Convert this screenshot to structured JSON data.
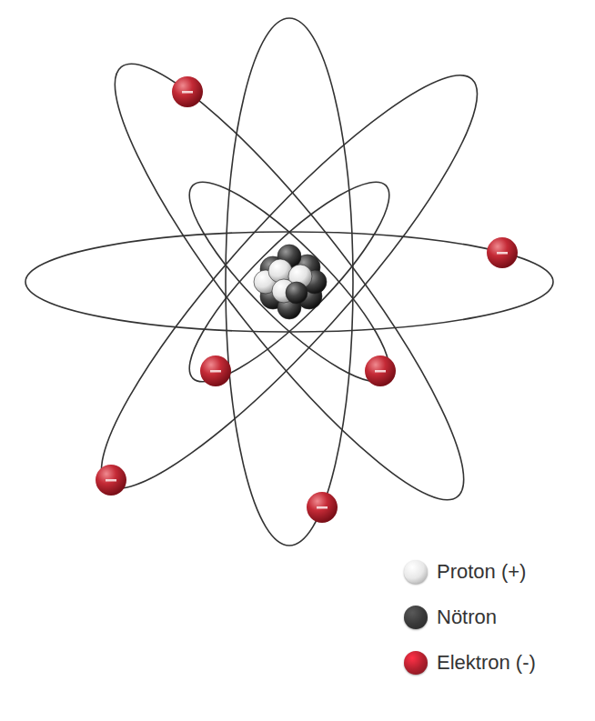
{
  "diagram": {
    "legend": [
      {
        "text": "Proton (+)",
        "color": "#e8e8e8"
      },
      {
        "text": "Nötron",
        "color": "#3a3a3a"
      },
      {
        "text": "Elektron (-)",
        "color": "#b3202e"
      }
    ]
  }
}
